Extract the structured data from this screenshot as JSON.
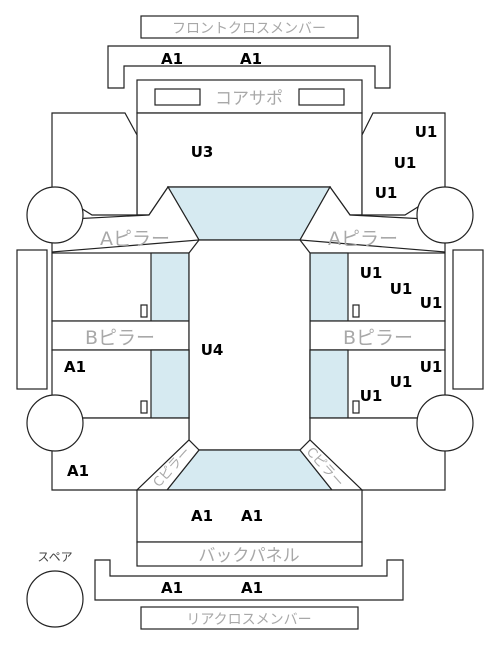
{
  "parts": {
    "front_cross_member": "フロントクロスメンバー",
    "core_support": "コアサポ",
    "a_pillar": "Aピラー",
    "b_pillar": "Bピラー",
    "c_pillar": "Cピラー",
    "back_panel": "バックパネル",
    "spare": "スペア",
    "rear_cross_member": "リアクロスメンバー"
  },
  "codes": {
    "a1": "A1",
    "u1": "U1",
    "u3": "U3",
    "u4": "U4"
  }
}
